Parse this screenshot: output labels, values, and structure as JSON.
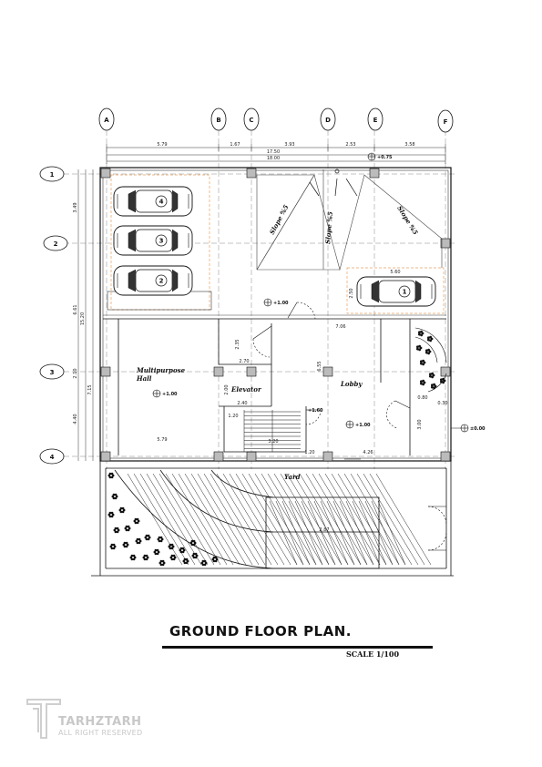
{
  "drawing": {
    "title": "GROUND FLOOR PLAN.",
    "scale": "SCALE 1/100"
  },
  "grid_axes": {
    "columns": [
      "A",
      "B",
      "C",
      "D",
      "E",
      "F"
    ],
    "rows": [
      "1",
      "2",
      "3",
      "4"
    ]
  },
  "dimensions": {
    "top_segments": [
      "5.79",
      "1.67",
      "3.93",
      "2.53",
      "3.58"
    ],
    "top_subtotal": "17.50",
    "top_total": "18.00",
    "left_segments": [
      "3.49",
      "6.61",
      "2.10",
      "4.40"
    ],
    "left_total": "15.20",
    "left_misc": "7.15",
    "bottom_width": "5.79",
    "parking_spot_width": "5.60",
    "parking_spot_depth": "2.50",
    "lobby_width": "7.06",
    "stair_height": "2.35",
    "elevator_width": "2.70",
    "elevator_depth": "2.00",
    "elevator_bottom": "2.40",
    "lobby_depth": "6.55",
    "stair_w1": "1.20",
    "stair_w2": "3.20",
    "stair_w3": "1.20",
    "entry_width": "4.26",
    "side_a": "0.80",
    "side_b": "3.00",
    "side_c": "0.30",
    "yard_dim": "2.87"
  },
  "rooms": {
    "multipurpose": "Multipurpose Hall",
    "multipurpose_line1": "Multipurpose",
    "multipurpose_line2": "Hall",
    "elevator": "Elevator",
    "lobby": "Lobby",
    "yard": "Yard"
  },
  "slopes": [
    "Slope %5",
    "Slope %5",
    "Slope %5"
  ],
  "levels": {
    "ramp_top": "+0.75",
    "parking": "+1.00",
    "hall": "+1.00",
    "lobby": "+1.00",
    "stair": "+1.60",
    "street": "±0.00"
  },
  "car_numbers": [
    "4",
    "3",
    "2",
    "1"
  ],
  "watermark": {
    "brand": "TARHZTARH",
    "rights": "ALL RIGHT RESERVED"
  },
  "colors": {
    "parking_outline": "#e8a060",
    "lines": "#111111"
  }
}
